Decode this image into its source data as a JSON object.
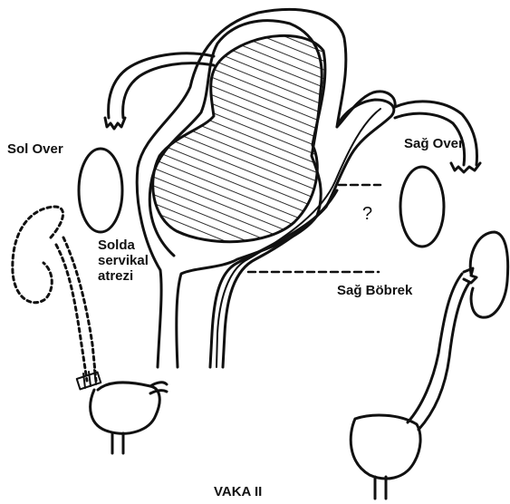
{
  "labels": {
    "left_ovary": "Sol Over",
    "right_ovary": "Sağ Over",
    "left_cervical_line1": "Solda",
    "left_cervical_line2": "servikal",
    "left_cervical_line3": "atrezi",
    "unknown_mark": "?",
    "right_kidney": "Sağ Böbrek",
    "case_title": "VAKA II"
  },
  "colors": {
    "ink": "#111111",
    "background": "#ffffff"
  }
}
